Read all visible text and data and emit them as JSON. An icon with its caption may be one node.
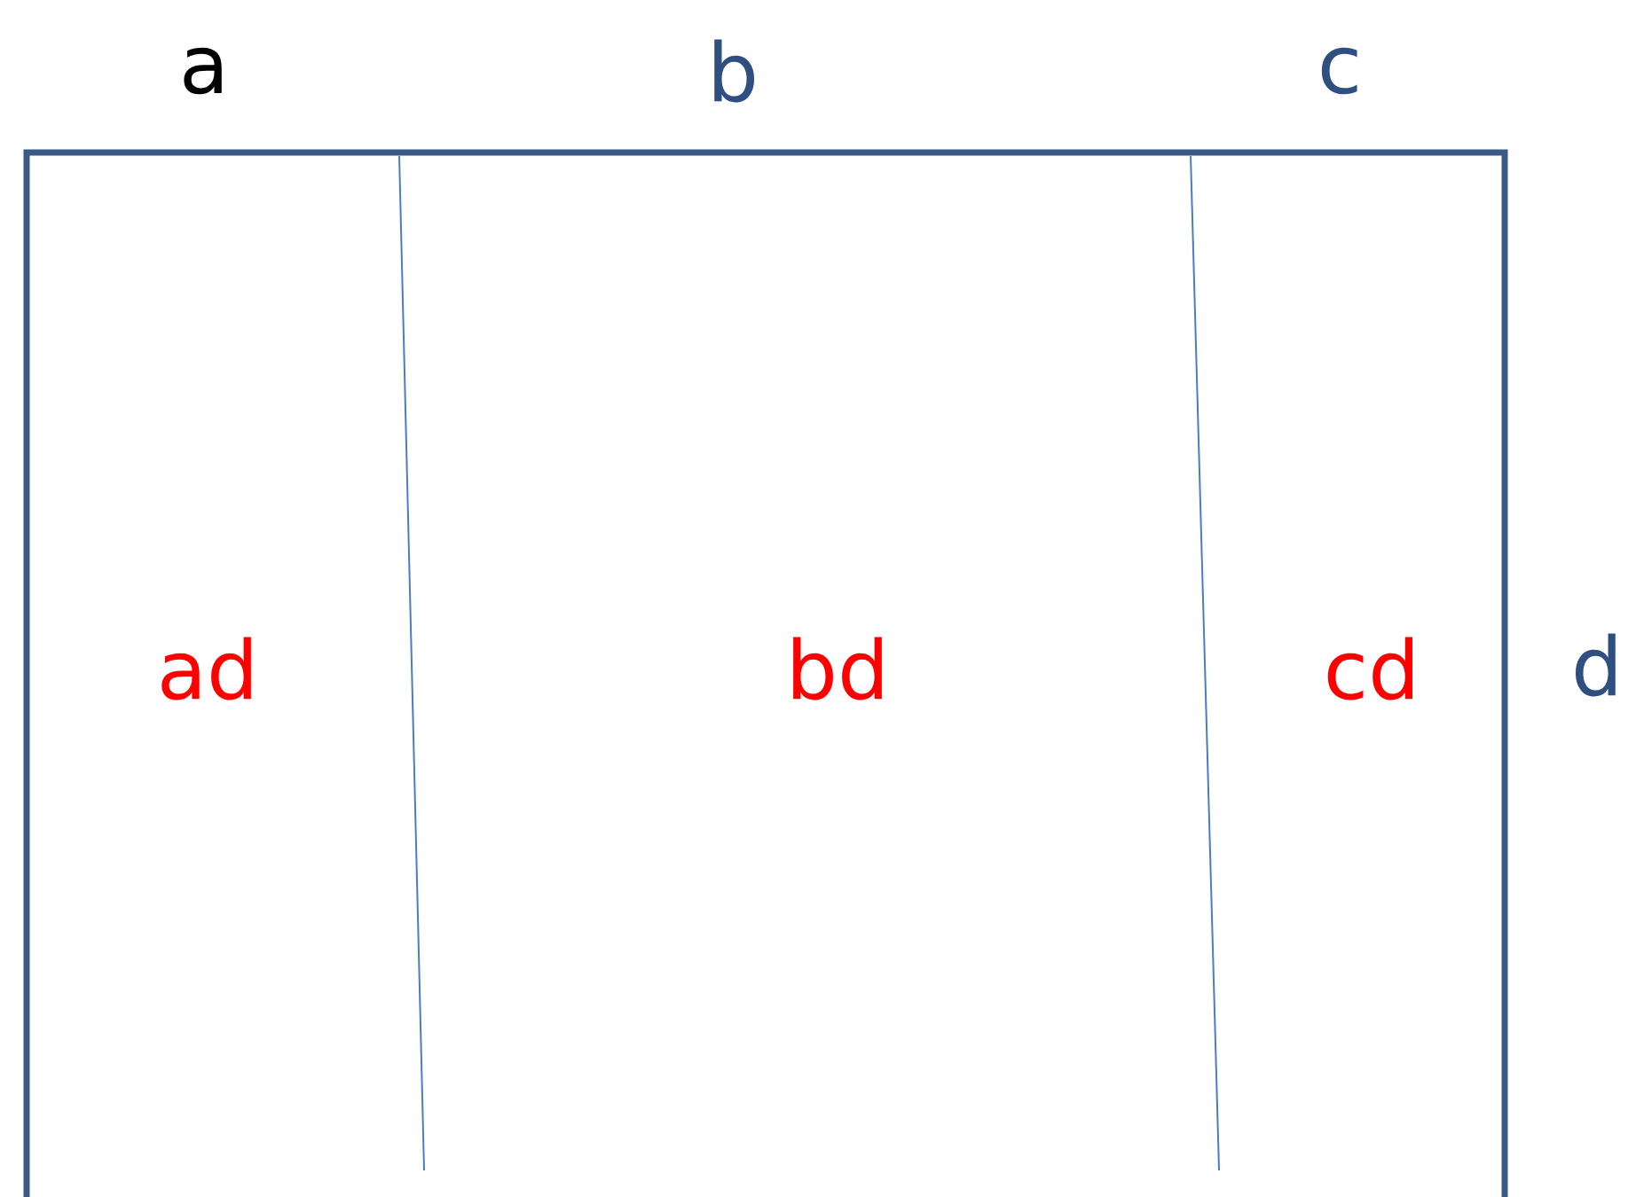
{
  "diagram": {
    "nodes": [
      {
        "text": [
          "ad"
        ]
      },
      {
        "text": [
          "bd"
        ]
      },
      {
        "text": [
          "cd"
        ]
      }
    ],
    "labels": [
      "a",
      "b",
      "c",
      "d"
    ]
  }
}
